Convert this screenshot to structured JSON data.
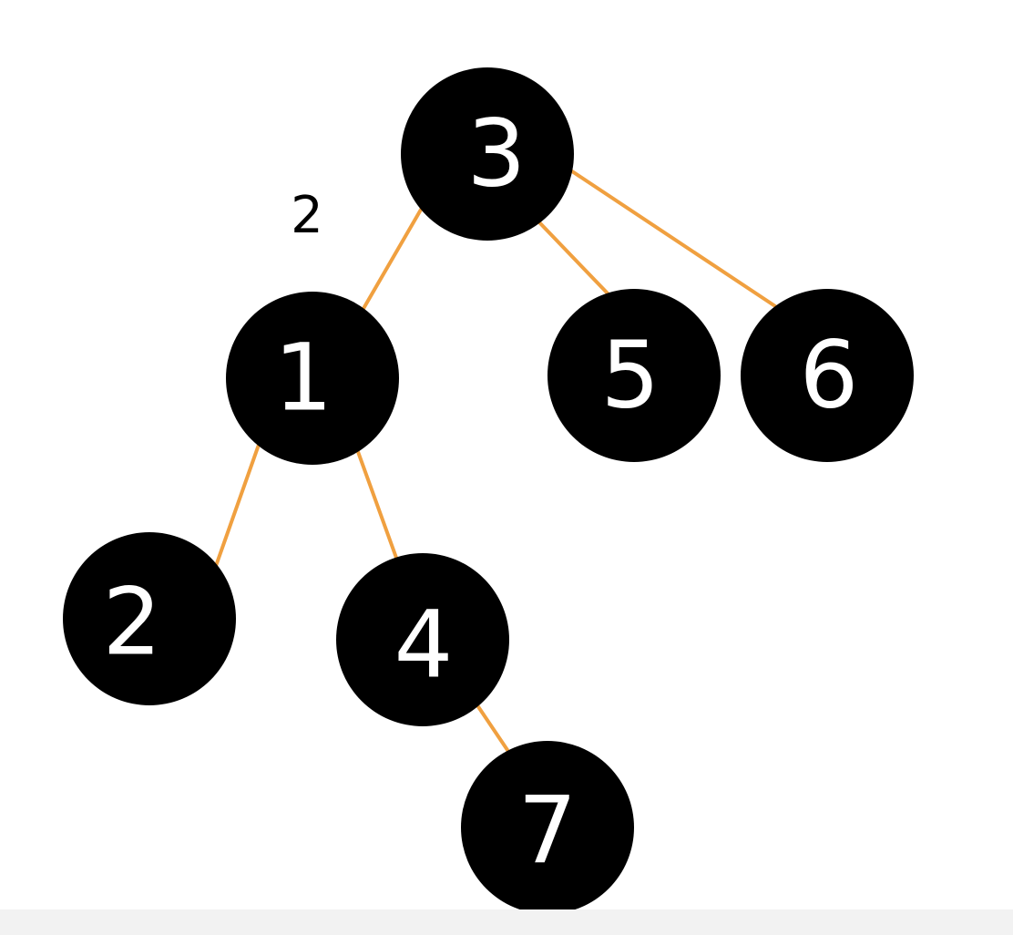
{
  "diagram": {
    "edge_color": "#f0a040",
    "node_fill": "#000000",
    "node_text_color": "#ffffff",
    "nodes": [
      {
        "id": "n3",
        "label": "3"
      },
      {
        "id": "n1",
        "label": "1"
      },
      {
        "id": "n5",
        "label": "5"
      },
      {
        "id": "n6",
        "label": "6"
      },
      {
        "id": "n2",
        "label": "2"
      },
      {
        "id": "n4",
        "label": "4"
      },
      {
        "id": "n7",
        "label": "7"
      }
    ],
    "edges": [
      {
        "from": "n3",
        "to": "n1",
        "label": "2"
      },
      {
        "from": "n3",
        "to": "n5",
        "label": ""
      },
      {
        "from": "n3",
        "to": "n6",
        "label": ""
      },
      {
        "from": "n1",
        "to": "n2",
        "label": ""
      },
      {
        "from": "n1",
        "to": "n4",
        "label": ""
      },
      {
        "from": "n4",
        "to": "n7",
        "label": ""
      }
    ]
  }
}
